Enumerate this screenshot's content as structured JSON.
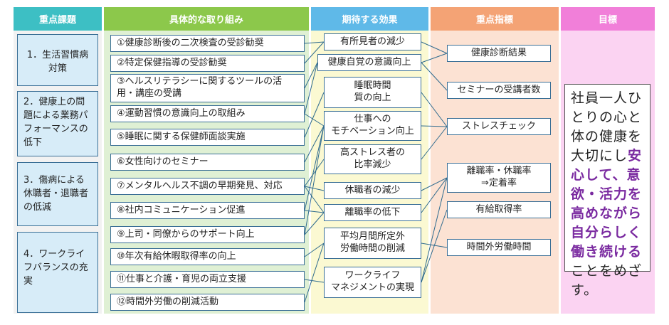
{
  "headers": [
    "重点課題",
    "具体的な取り組み",
    "期待する効果",
    "重点指標",
    "目標"
  ],
  "colors": {
    "h1": "#3dbfc4",
    "h2": "#8cc84b",
    "h3": "#5fb9e8",
    "h4": "#f4a375",
    "h5": "#f17fd9",
    "bg1": "#f2f2f2",
    "bg2": "#dff0d4",
    "bg3": "#fbf9d2",
    "bg4": "#fce2d3",
    "bg5": "#fbd3f2",
    "line": "#2f6b8f",
    "box_border": "#3a6f96",
    "category_fill": "#d7ecf8"
  },
  "categories": [
    {
      "line1": "1．生活習慣病",
      "line2": "対策",
      "line3": "",
      "line4": ""
    },
    {
      "line1": "2．健康上の問",
      "line2": "題による業務パ",
      "line3": "フォーマンスの",
      "line4": "低下"
    },
    {
      "line1": "3．傷病による",
      "line2": "休職者・退職者",
      "line3": "の低減",
      "line4": ""
    },
    {
      "line1": "4．ワークライ",
      "line2": "フバランスの充",
      "line3": "実",
      "line4": ""
    }
  ],
  "actions": [
    {
      "line1": "①健康診断後の二次検査の受診勧奨",
      "line2": ""
    },
    {
      "line1": "②特定保健指導の受診勧奨",
      "line2": ""
    },
    {
      "line1": "③ヘルスリテラシーに関するツールの活",
      "line2": "用・講座の受講"
    },
    {
      "line1": "④運動習慣の意識向上の取組み",
      "line2": ""
    },
    {
      "line1": "⑤睡眠に関する保健師面談実施",
      "line2": ""
    },
    {
      "line1": "⑥女性向けのセミナー",
      "line2": ""
    },
    {
      "line1": "⑦メンタルヘルス不調の早期発見、対応",
      "line2": ""
    },
    {
      "line1": "⑧社内コミュニケーション促進",
      "line2": ""
    },
    {
      "line1": "⑨上司・同僚からのサポート向上",
      "line2": ""
    },
    {
      "line1": "⑩年次有給休暇取得率の向上",
      "line2": ""
    },
    {
      "line1": "⑪仕事と介護・育児の両立支援",
      "line2": ""
    },
    {
      "line1": "⑫時間外労働の削減活動",
      "line2": ""
    }
  ],
  "effects": [
    {
      "line1": "有所見者の減少",
      "line2": ""
    },
    {
      "line1": "健康自覚の意識向上",
      "line2": ""
    },
    {
      "line1": "睡眠時間",
      "line2": "質の向上"
    },
    {
      "line1": "仕事への",
      "line2": "モチベーション向上"
    },
    {
      "line1": "高ストレス者の",
      "line2": "比率減少"
    },
    {
      "line1": "休職者の減少",
      "line2": ""
    },
    {
      "line1": "離職率の低下",
      "line2": ""
    },
    {
      "line1": "平均月間所定外",
      "line2": "労働時間の削減"
    },
    {
      "line1": "ワークライフ",
      "line2": "マネジメントの実現"
    }
  ],
  "indicators": [
    {
      "line1": "健康診断結果",
      "line2": ""
    },
    {
      "line1": "セミナーの受講者数",
      "line2": ""
    },
    {
      "line1": "ストレスチェック",
      "line2": ""
    },
    {
      "line1": "離職率・休職率",
      "line2": "⇒定着率"
    },
    {
      "line1": "有給取得率",
      "line2": ""
    },
    {
      "line1": "時間外労働時間",
      "line2": ""
    }
  ],
  "goal": {
    "part1": "社員一人ひとりの心と体の健康を大切にし",
    "highlight": "安心して、意欲・活力を高めながら自分らしく働き続ける",
    "part2": "ことをめざす。"
  },
  "links": {
    "action_effect": [
      [
        0,
        0
      ],
      [
        1,
        0
      ],
      [
        2,
        1
      ],
      [
        3,
        1
      ],
      [
        3,
        3
      ],
      [
        4,
        2
      ],
      [
        5,
        3
      ],
      [
        6,
        4
      ],
      [
        6,
        5
      ],
      [
        6,
        6
      ],
      [
        7,
        3
      ],
      [
        7,
        6
      ],
      [
        8,
        3
      ],
      [
        8,
        6
      ],
      [
        9,
        7
      ],
      [
        10,
        8
      ],
      [
        11,
        7
      ]
    ],
    "effect_indicator": [
      [
        0,
        0
      ],
      [
        1,
        0
      ],
      [
        1,
        1
      ],
      [
        2,
        2
      ],
      [
        3,
        2
      ],
      [
        4,
        2
      ],
      [
        5,
        3
      ],
      [
        6,
        3
      ],
      [
        7,
        5
      ],
      [
        8,
        3
      ],
      [
        8,
        4
      ]
    ]
  }
}
